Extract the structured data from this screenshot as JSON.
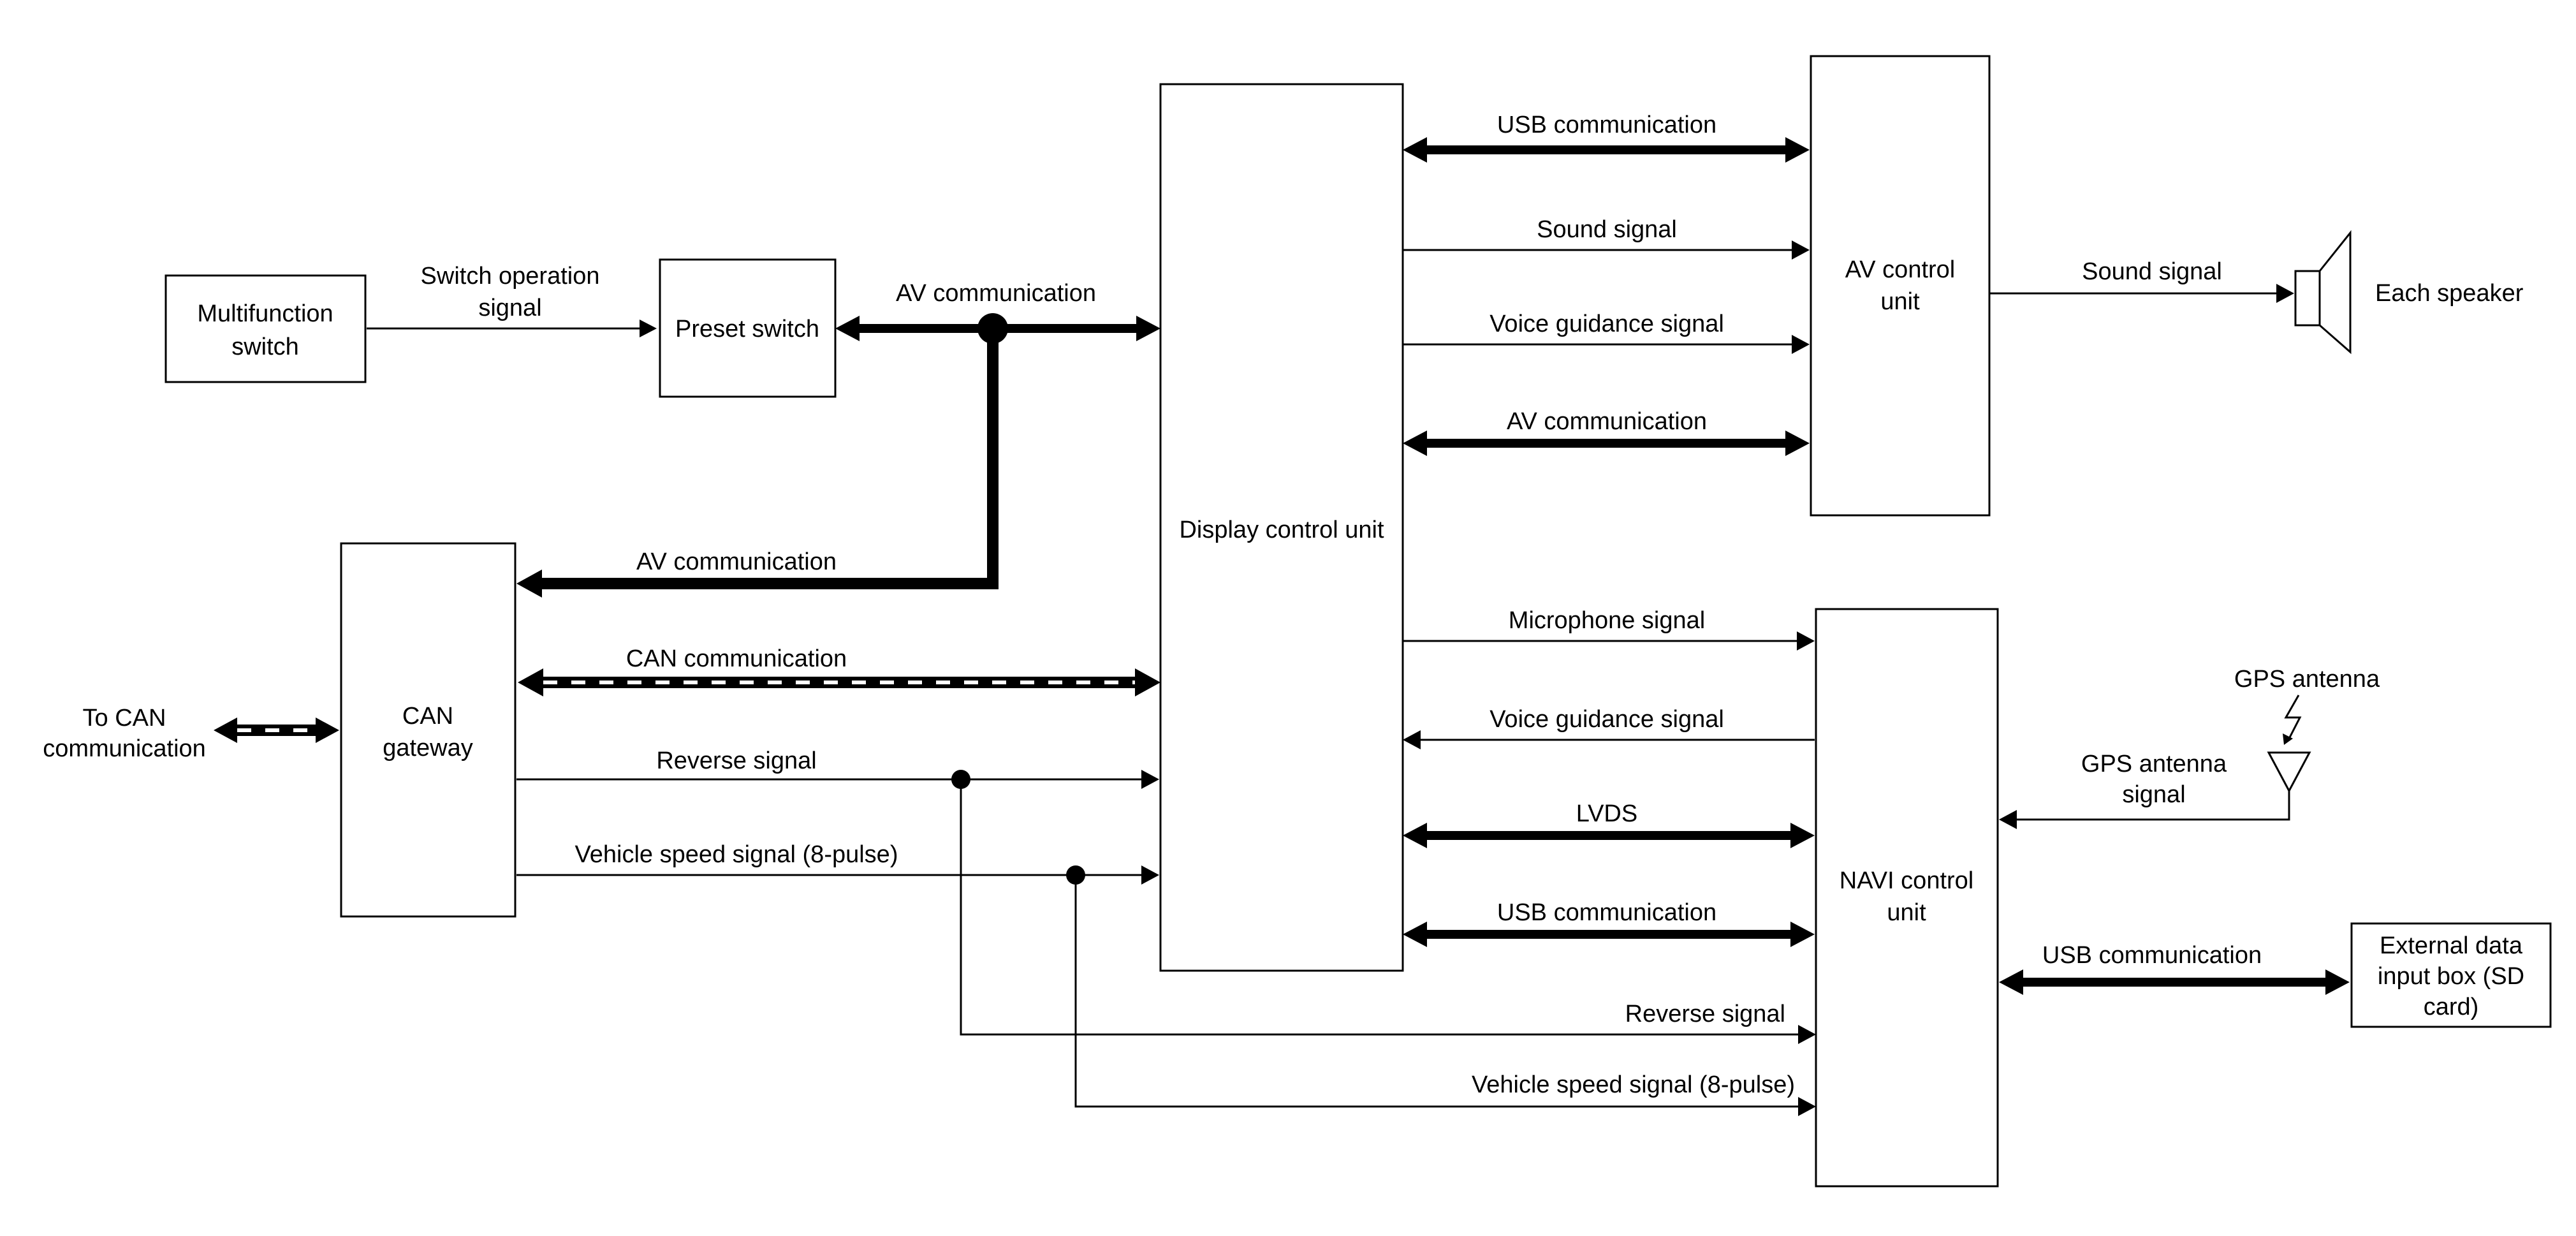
{
  "blocks": {
    "multifunction_switch": [
      "Multifunction",
      "switch"
    ],
    "preset_switch": [
      "Preset switch"
    ],
    "display_control_unit": [
      "Display control unit"
    ],
    "av_control_unit": [
      "AV control",
      "unit"
    ],
    "can_gateway": [
      "CAN",
      "gateway"
    ],
    "navi_control_unit": [
      "NAVI control",
      "unit"
    ],
    "external_data_box": [
      "External data",
      "input box (SD",
      "card)"
    ]
  },
  "labels": {
    "switch_operation_signal": [
      "Switch operation",
      "signal"
    ],
    "av_comm_preset": "AV communication",
    "av_comm_can": "AV communication",
    "can_comm": "CAN communication",
    "to_can": [
      "To CAN",
      "communication"
    ],
    "reverse_signal_can": "Reverse signal",
    "vehicle_speed_can": "Vehicle speed signal (8-pulse)",
    "usb_comm_av": "USB communication",
    "sound_signal_dcu": "Sound signal",
    "voice_guidance_dcu_av": "Voice guidance signal",
    "av_comm_av": "AV communication",
    "sound_signal_speaker": "Sound signal",
    "each_speaker": "Each speaker",
    "microphone_signal": "Microphone signal",
    "voice_guidance_navi": "Voice guidance signal",
    "lvds": "LVDS",
    "usb_comm_navi": "USB communication",
    "reverse_signal_navi": "Reverse signal",
    "vehicle_speed_navi": "Vehicle speed signal (8-pulse)",
    "gps_antenna": "GPS antenna",
    "gps_antenna_signal": [
      "GPS antenna",
      "signal"
    ],
    "usb_comm_ext": "USB communication"
  }
}
